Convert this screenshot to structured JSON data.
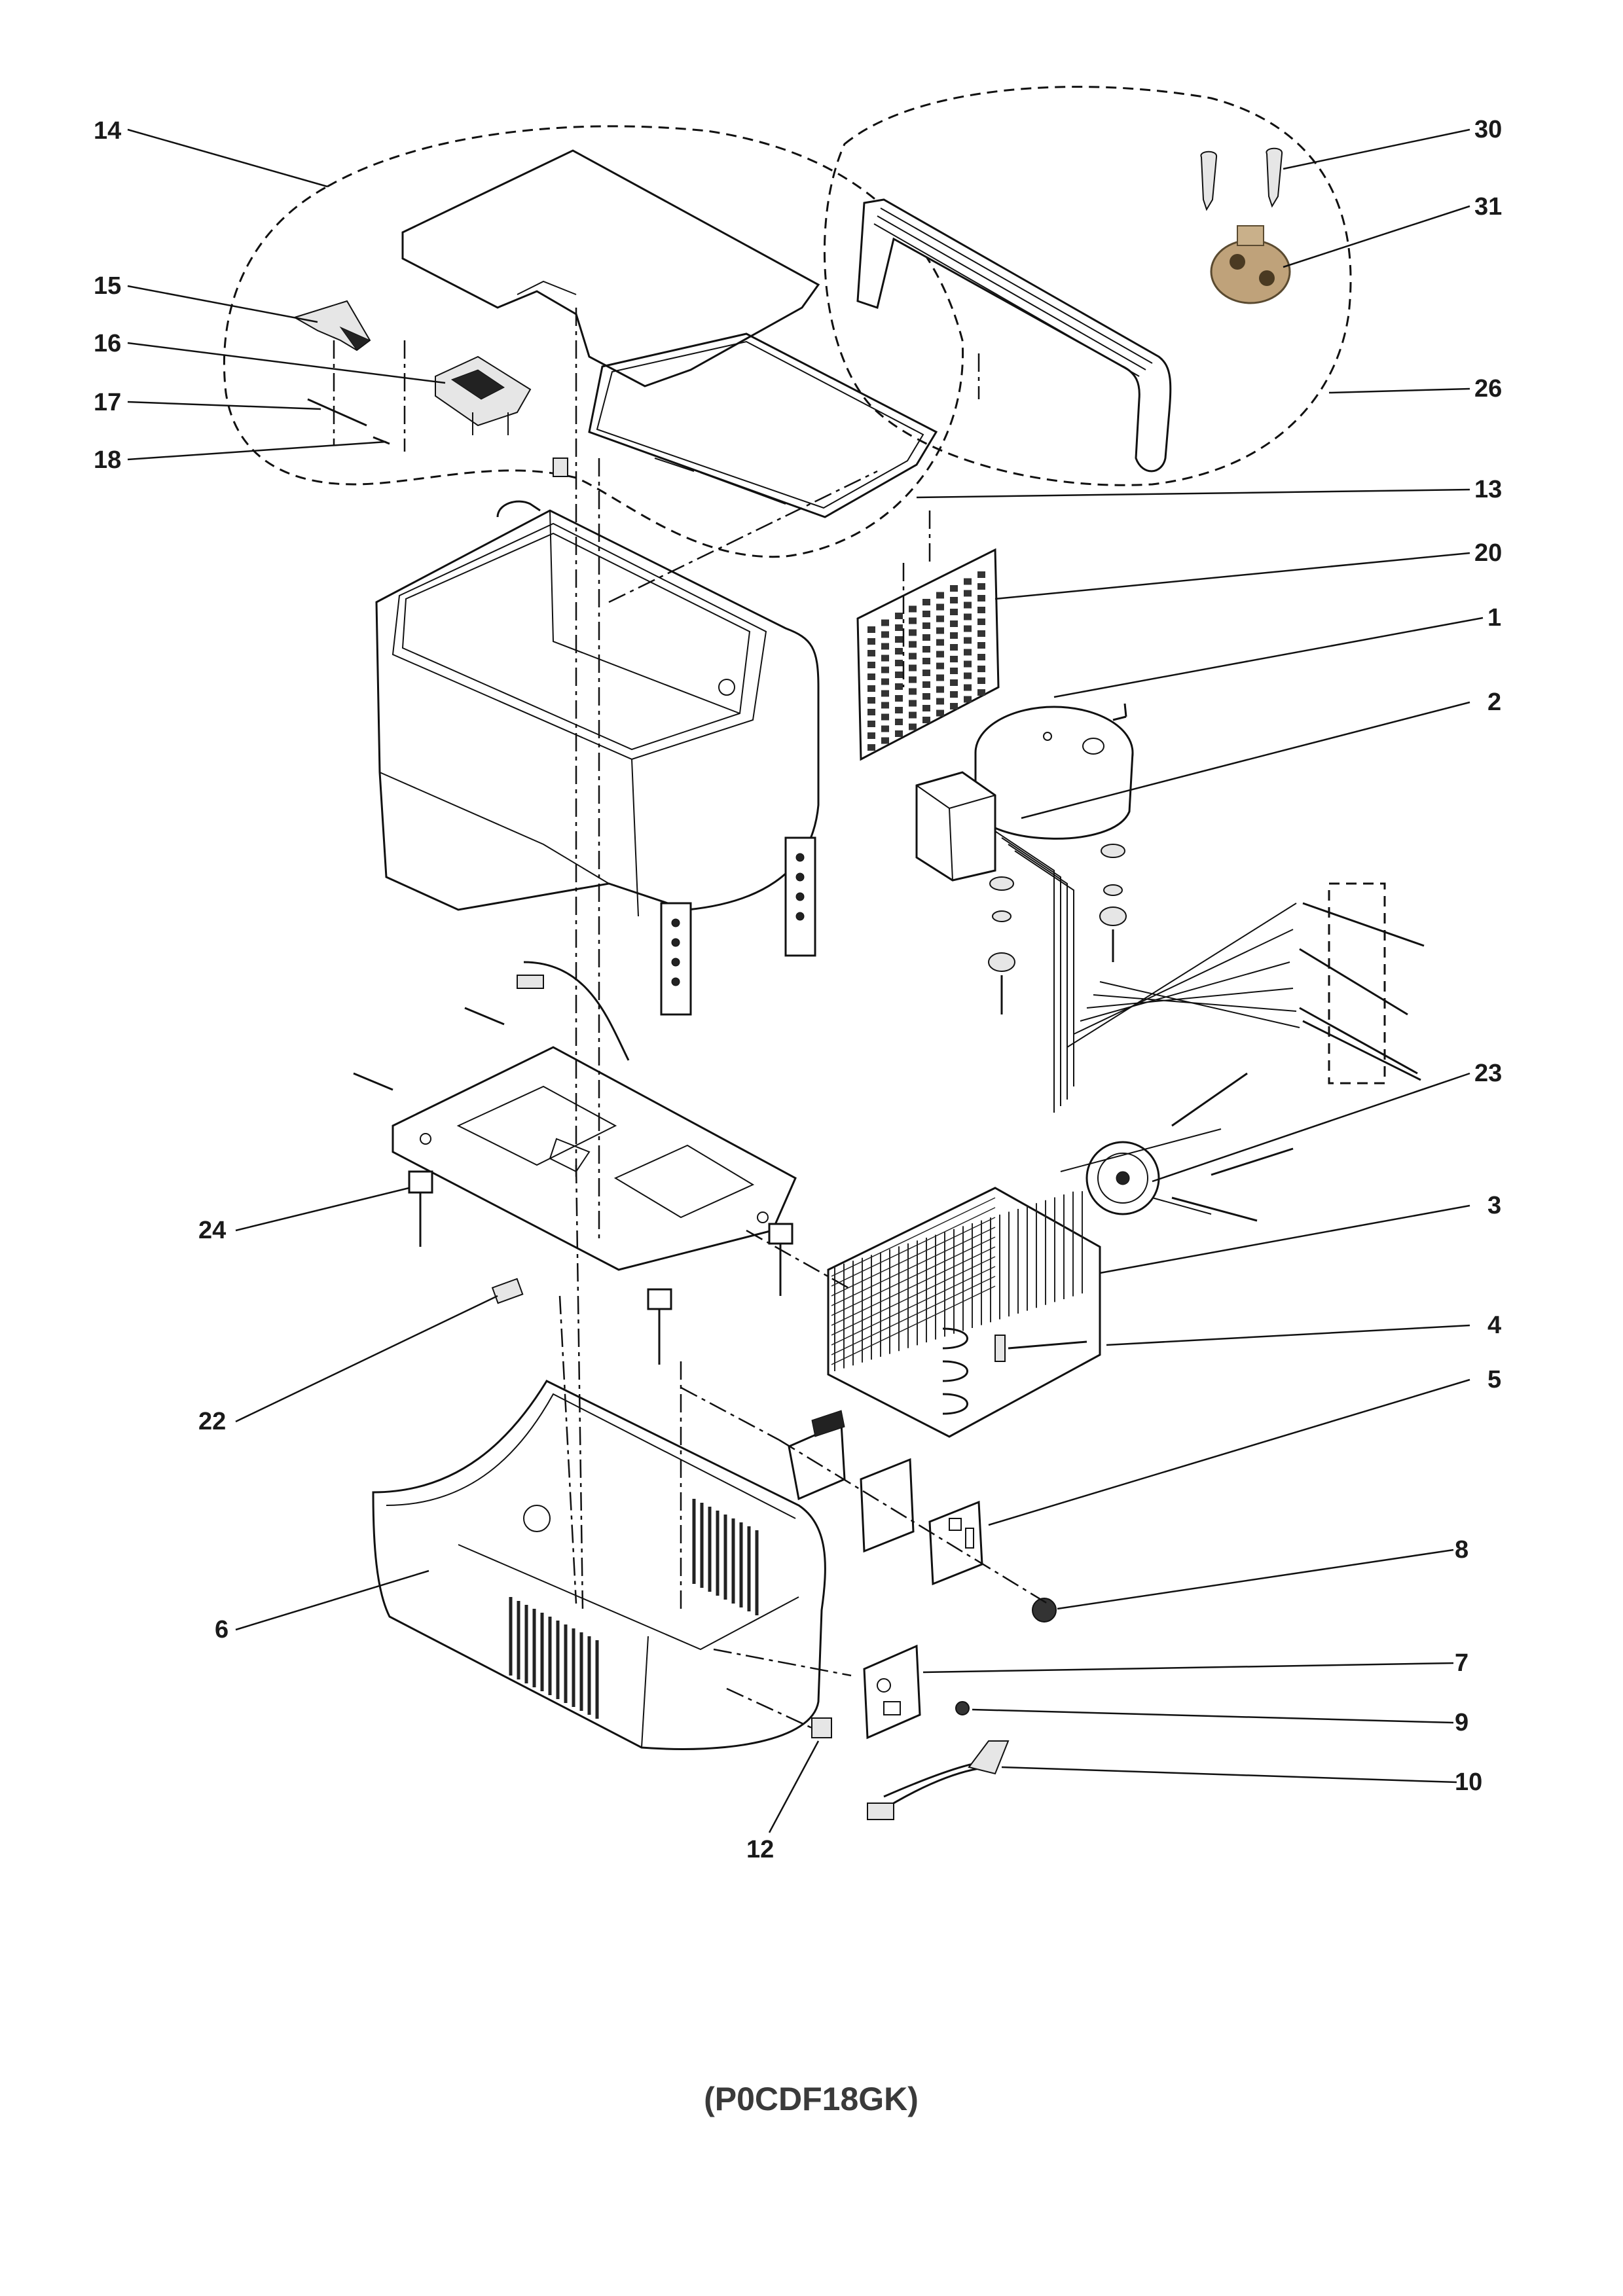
{
  "diagram": {
    "model_code": "(P0CDF18GK)",
    "part_labels": {
      "p1": "1",
      "p2": "2",
      "p3": "3",
      "p4": "4",
      "p5": "5",
      "p6": "6",
      "p7": "7",
      "p8": "8",
      "p9": "9",
      "p10": "10",
      "p12": "12",
      "p13": "13",
      "p14": "14",
      "p15": "15",
      "p16": "16",
      "p17": "17",
      "p18": "18",
      "p20": "20",
      "p22": "22",
      "p23": "23",
      "p24": "24",
      "p26": "26",
      "p30": "30",
      "p31": "31"
    }
  }
}
